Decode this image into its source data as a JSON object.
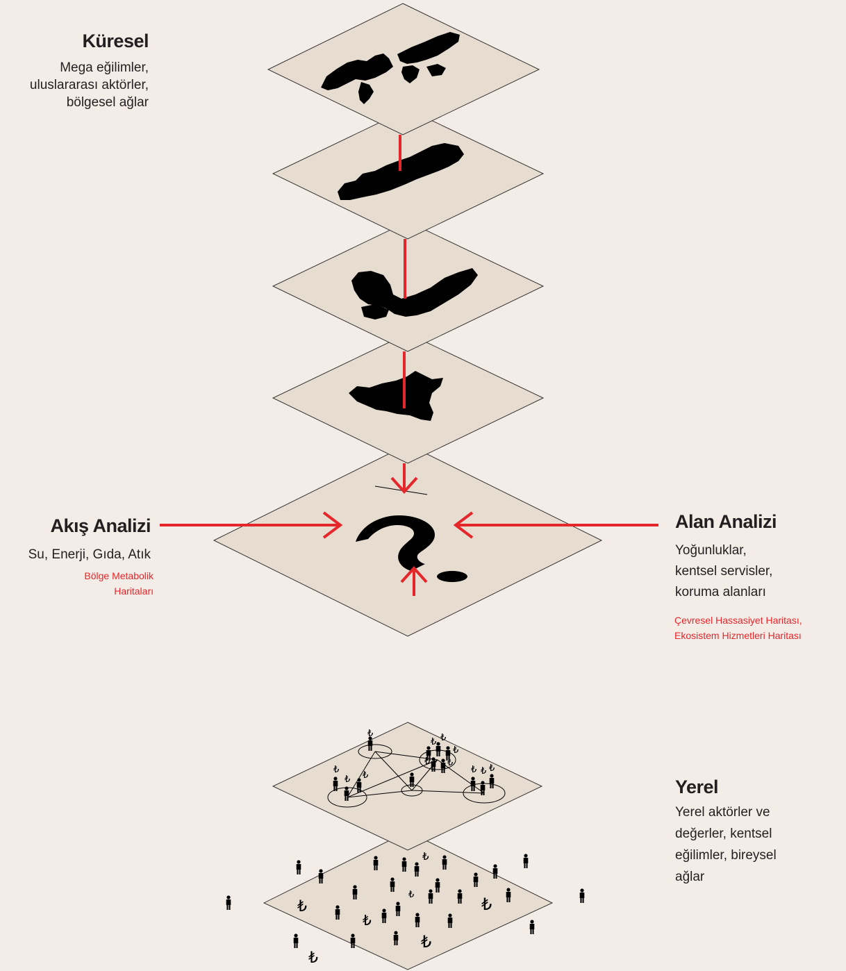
{
  "colors": {
    "background": "#f4ece7",
    "plane": "#e6dcd0",
    "accent": "#e5262b",
    "ink": "#000000"
  },
  "kuresel": {
    "title": "Küresel",
    "lines": [
      "Mega eğilimler,",
      "uluslararası aktörler,",
      "bölgesel ağlar"
    ]
  },
  "akis": {
    "title": "Akış Analizi",
    "line": "Su, Enerji, Gıda, Atık",
    "red": [
      "Bölge Metabolik",
      "Haritaları"
    ]
  },
  "alan": {
    "title": "Alan Analizi",
    "lines": [
      "Yoğunluklar,",
      "kentsel servisler,",
      "koruma alanları"
    ],
    "red": [
      "Çevresel Hassasiyet Haritası,",
      "Ekosistem Hizmetleri Haritası"
    ]
  },
  "yerel": {
    "title": "Yerel",
    "lines": [
      "Yerel aktörler ve",
      "değerler, kentsel",
      "eğilimler, bireysel",
      "ağlar"
    ]
  },
  "center_symbol": "?",
  "currency_symbol": "₺",
  "icons": [
    "world-map-icon",
    "turkey-map-icon",
    "region-map-icon",
    "province-map-icon",
    "question-mark-icon",
    "person-icon",
    "lira-icon"
  ]
}
